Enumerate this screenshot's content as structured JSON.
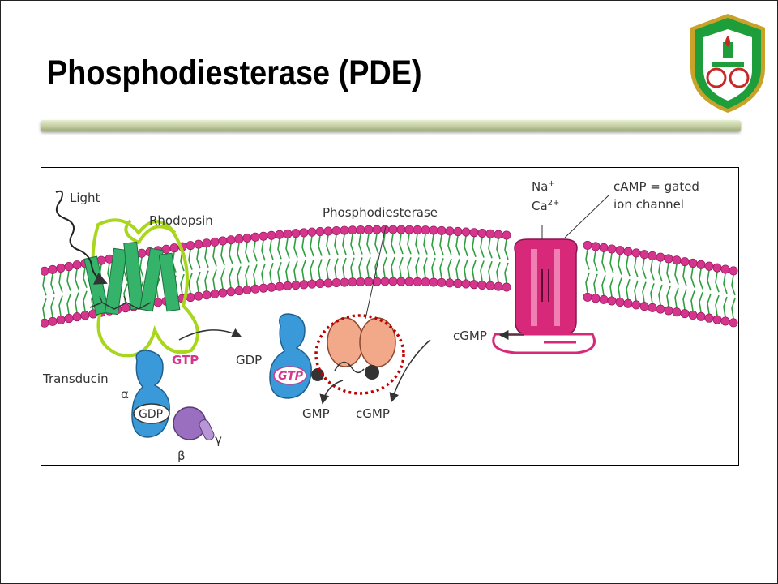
{
  "slide": {
    "title": "Phosphodiesterase (PDE)"
  },
  "logo": {
    "icon": "university-emblem-icon",
    "colors": {
      "shield": "#1e9e3a",
      "border": "#c9a227",
      "inner": "#ffffff",
      "accent": "#c62828"
    }
  },
  "diagram": {
    "labels": {
      "light": "Light",
      "rhodopsin": "Rhodopsin",
      "phosphodiesterase": "Phosphodiesterase",
      "na": "Na",
      "na_sup": "+",
      "ca": "Ca",
      "ca_sup": "2+",
      "channel_line1": "cAMP = gated",
      "channel_line2": "ion channel",
      "gtp_top": "GTP",
      "gdp_top": "GDP",
      "transducin": "Transducin",
      "alpha": "α",
      "beta": "β",
      "gamma": "γ",
      "gdp_bound": "GDP",
      "gtp_bound": "GTP",
      "gmp": "GMP",
      "cgmp_out": "cGMP",
      "cgmp_channel": "cGMP"
    },
    "colors": {
      "lipid_head": "#d6358e",
      "lipid_tail": "#2e9e3f",
      "rhodopsin": "#a8d61c",
      "rhodopsin_helix": "#36b36a",
      "transducin_alpha": "#3a9ad9",
      "transducin_beta": "#9b6fc0",
      "pde": "#f2a98a",
      "channel": "#d8287a",
      "gtp_text": "#d6358e",
      "highlight": "#c00000"
    }
  }
}
